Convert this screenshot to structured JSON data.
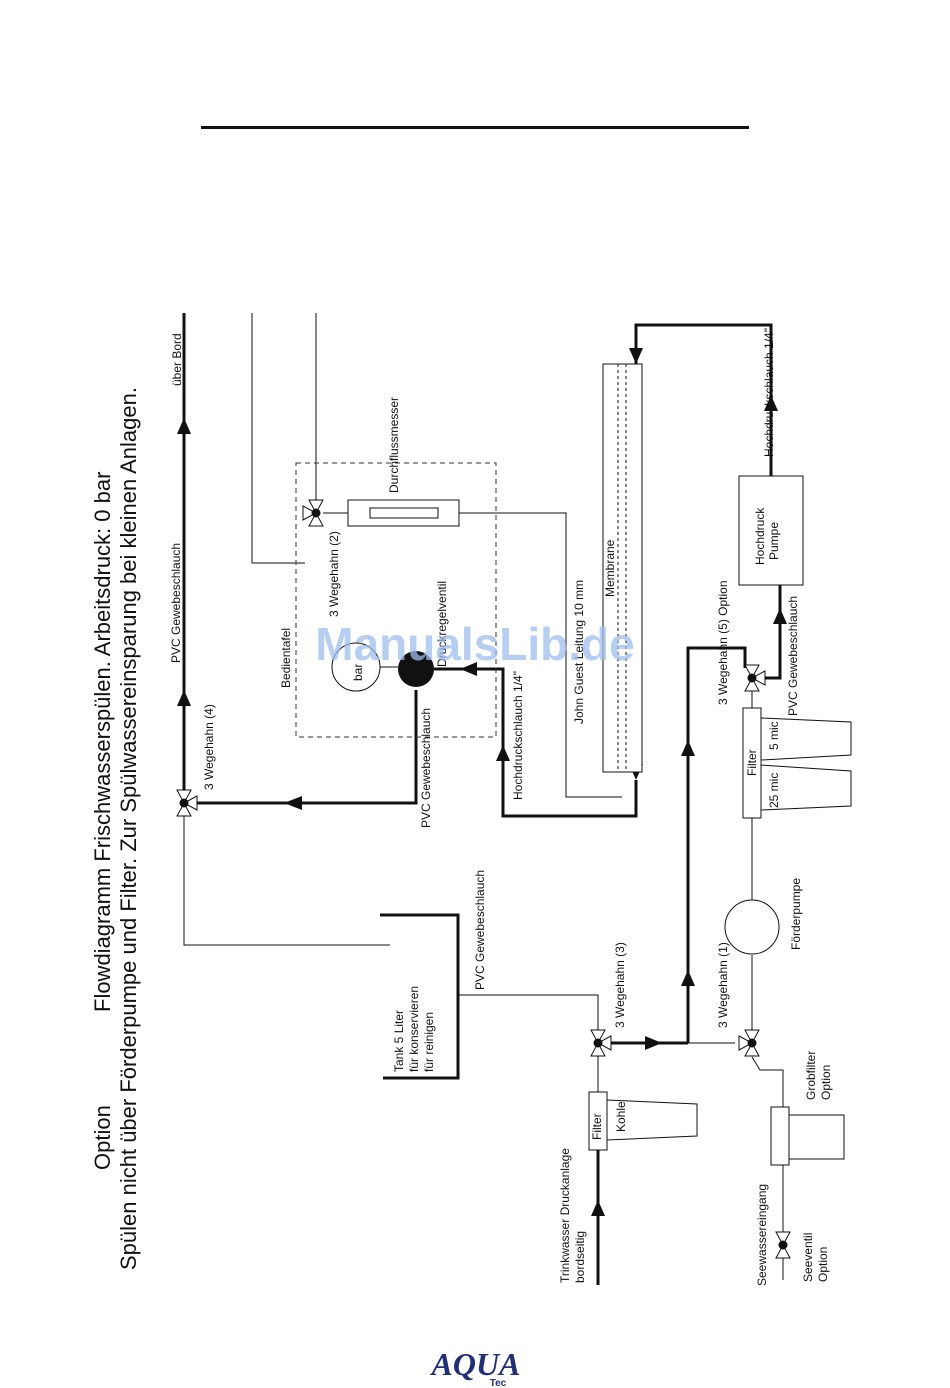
{
  "header": {
    "option": "Option",
    "title": "Flowdiagramm Frischwasserspülen. Arbeitsdruck: 0 bar",
    "subtitle": "Spülen nicht über Förderpumpe und Filter. Zur Spülwassereinsparung bei kleinen Anlagen."
  },
  "labels": {
    "ueber_bord": "über Bord",
    "pvc_gewebe_top": "PVC Gewebeschlauch",
    "wegehahn4": "3 Wegehahn (4)",
    "durchflussmesser": "Durchflussmesser",
    "wegehahn2": "3 Wegehahn (2)",
    "druckregelventil": "Druckregelventil",
    "bedientafel": "Bedientafel",
    "bar": "bar",
    "pvc_gewebe_mid": "PVC Gewebeschlauch",
    "hochdruck_mid": "Hochdruckschlauch 1/4\"",
    "john_guest": "John Guest Leitung 10 mm",
    "membrane": "Membrane",
    "hochdruck_right": "Hochdruckschlauch 1/4\"",
    "hochdruck_pumpe_1": "Hochdruck",
    "hochdruck_pumpe_2": "Pumpe",
    "pvc_gewebe_right": "PVC Gewebeschlauch",
    "wegehahn5": "3 Wegehahn (5) Option",
    "filter": "Filter",
    "mic5": "5 mic",
    "mic25": "25 mic",
    "foerderpumpe": "Förderpumpe",
    "pvc_gewebe_tank": "PVC Gewebeschlauch",
    "tank_1": "Tank 5 Liter",
    "tank_2": "für konservieren",
    "tank_3": "für reinigen",
    "wegehahn3": "3 Wegehahn (3)",
    "wegehahn1": "3 Wegehahn (1)",
    "filter2": "Filter",
    "kohle": "Kohle",
    "trinkwasser_1": "Trinkwasser Druckanlage",
    "trinkwasser_2": "bordseitig",
    "grobfilter_1": "Grobfilter",
    "grobfilter_2": "Option",
    "seewassereingang": "Seewassereingang",
    "seeventil_1": "Seeventil",
    "seeventil_2": "Option"
  },
  "watermark": "ManualsLib.de",
  "logo": {
    "main": "AQUA",
    "sub": "Tec"
  },
  "colors": {
    "line": "#111111",
    "watermark": "#9dbef0",
    "logo": "#1f2f7a"
  }
}
